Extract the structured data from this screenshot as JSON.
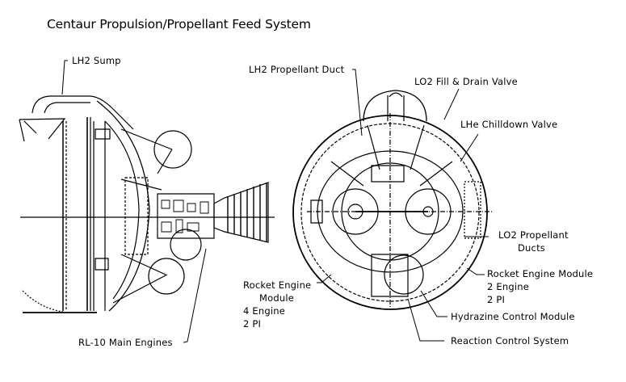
{
  "title": "Centaur Propulsion/Propellant Feed System",
  "labels": {
    "lh2_sump": "LH2 Sump",
    "lh2_propellant_duct": "LH2 Propellant Duct",
    "lo2_fill_drain_valve": "LO2 Fill & Drain Valve",
    "lhe_chilldown_valve": "LHe Chilldown Valve",
    "lo2_propellant_ducts": [
      "LO2 Propellant",
      "Ducts"
    ],
    "rocket_engine_module_right": [
      "Rocket Engine Module",
      "2 Engine",
      "2 PI"
    ],
    "rocket_engine_module_left": [
      "Rocket Engine",
      "Module",
      "4 Engine",
      "2 PI"
    ],
    "hydrazine_control_module": "Hydrazine Control Module",
    "reaction_control_system": "Reaction Control System",
    "rl10_main_engines": "RL-10 Main Engines"
  },
  "views": {
    "side": "side-view-drawing",
    "aft": "aft-end-view-drawing"
  }
}
